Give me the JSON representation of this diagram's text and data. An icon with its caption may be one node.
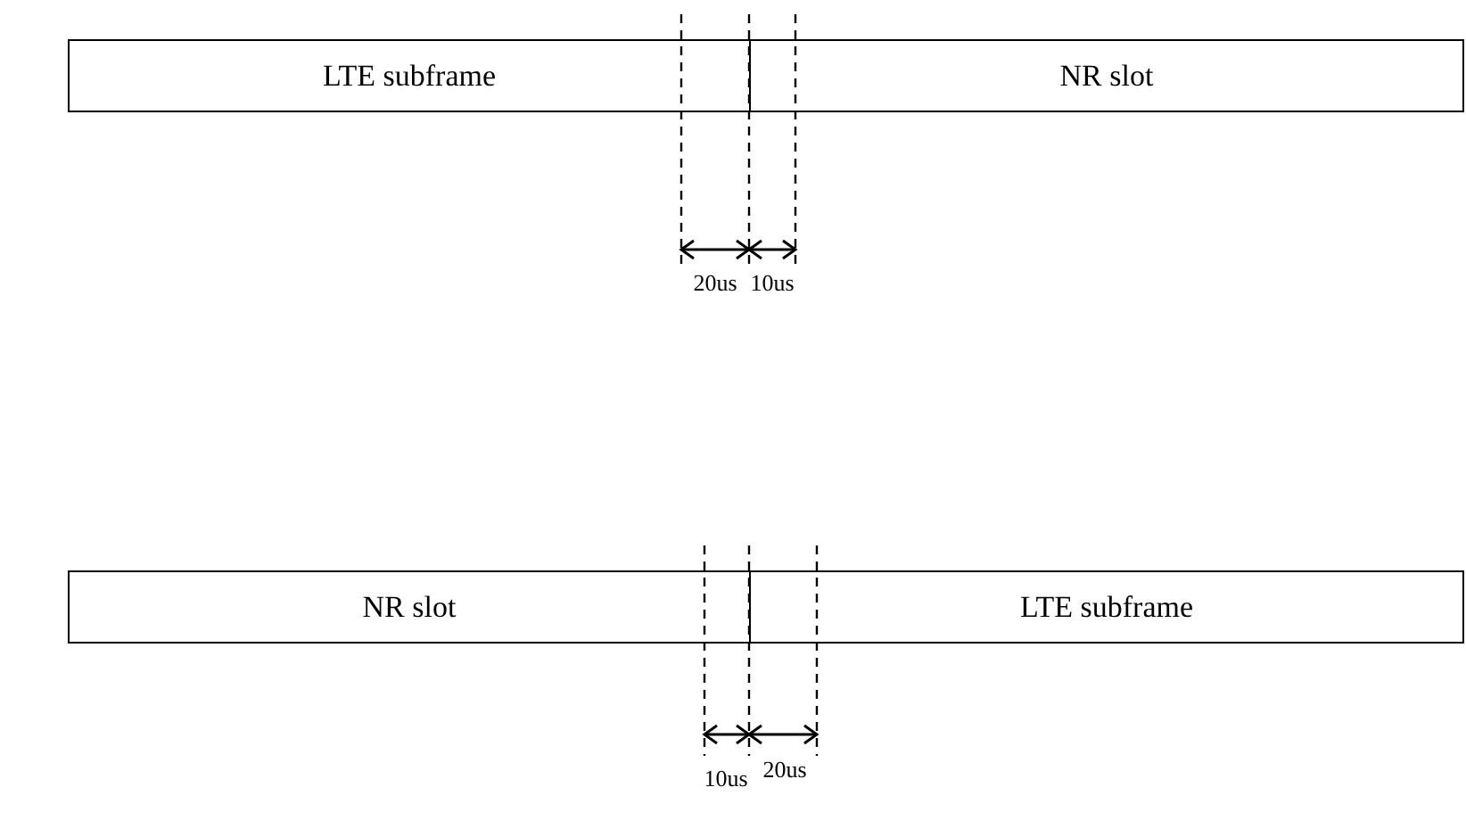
{
  "diagram": {
    "nodes": [
      {
        "text": [
          "LTE subframe"
        ]
      },
      {
        "text": [
          "NR slot"
        ]
      },
      {
        "text": [
          "NR slot"
        ]
      },
      {
        "text": [
          "LTE subframe"
        ]
      }
    ],
    "labels": [
      "20us",
      "10us",
      "10us",
      "20us"
    ]
  }
}
